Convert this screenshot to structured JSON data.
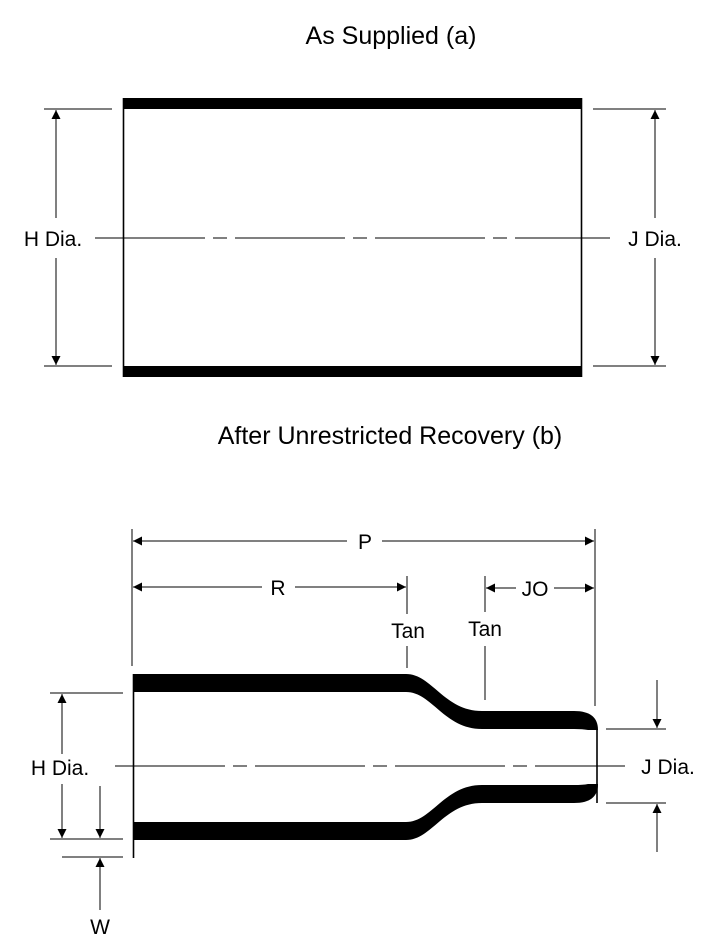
{
  "title_a": "As Supplied (a)",
  "title_b": "After Unrestricted Recovery (b)",
  "fig_a": {
    "h_label": "H Dia.",
    "j_label": "J Dia."
  },
  "fig_b": {
    "p_label": "P",
    "r_label": "R",
    "jo_label": "JO",
    "tan_left": "Tan",
    "tan_right": "Tan",
    "h_label": "H Dia.",
    "j_label": "J Dia.",
    "w_label": "W"
  },
  "colors": {
    "ink": "#000000",
    "paper": "#ffffff"
  }
}
